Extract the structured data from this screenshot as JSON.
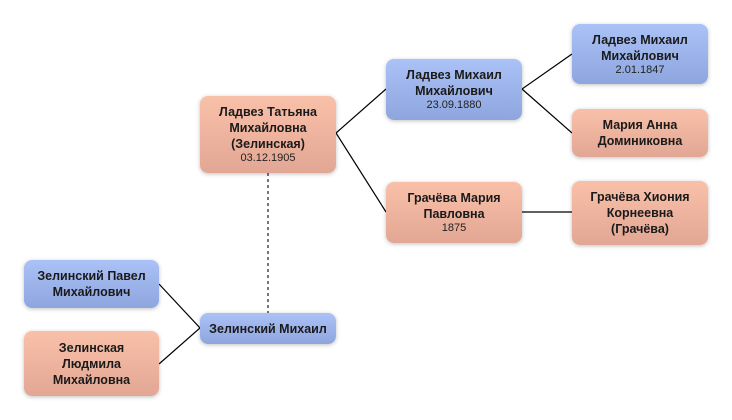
{
  "colors": {
    "female": "#f0b49f",
    "male": "#9db3ea",
    "line": "#000000"
  },
  "people": {
    "tatyana": {
      "name": "Ладвез Татьяна Михайловна (Зелинская)",
      "date": "03.12.1905"
    },
    "mikhail_1880": {
      "name": "Ладвез Михаил Михайлович",
      "date": "23.09.1880"
    },
    "maria_gracheva": {
      "name": "Грачёва Мария Павловна",
      "date": "1875"
    },
    "mikhail_1847": {
      "name": "Ладвез Михаил Михайлович",
      "date": "2.01.1847"
    },
    "maria_anna": {
      "name": "Мария Анна Доминиковна"
    },
    "khionia": {
      "name": "Грачёва Хиония Корнеевна (Грачёва)"
    },
    "pavel": {
      "name": "Зелинский Павел Михайлович"
    },
    "lyudmila": {
      "name": "Зелинская Людмила Михайловна"
    },
    "zelinsky_mikhail": {
      "name": "Зелинский Михаил"
    }
  }
}
